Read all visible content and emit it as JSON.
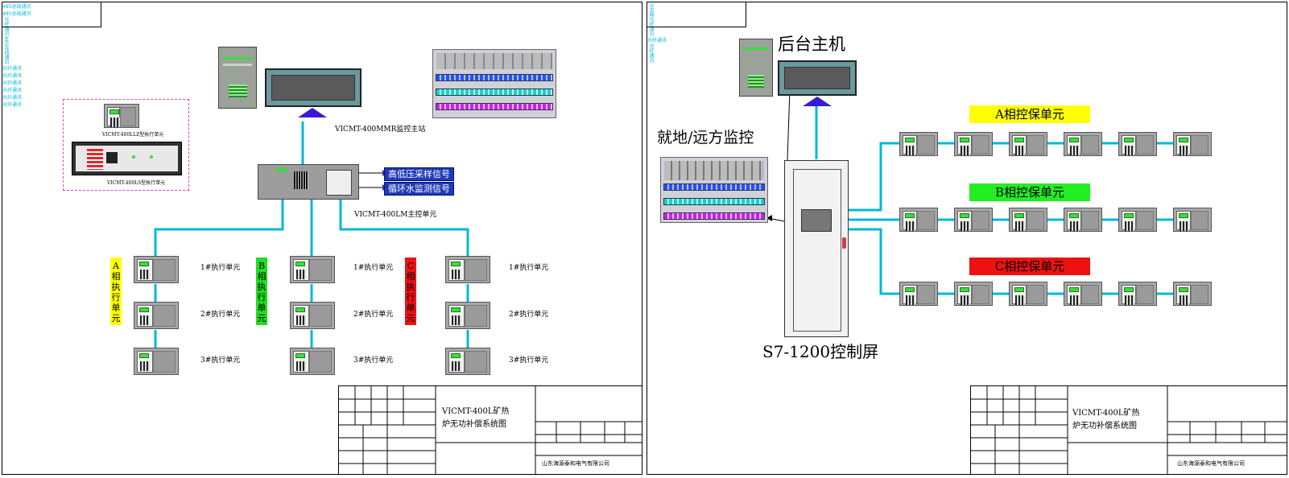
{
  "left": {
    "station_label": "VICMT-400MMR监控主站",
    "main_unit_label": "VICMT-400LM主控单元",
    "signal_tags": [
      "高低压采样信号",
      "循环水监测信号"
    ],
    "device_legend": [
      "VICMT-400LLZ型执行单元",
      "VICMT-400LS型执行单元"
    ],
    "phases": [
      {
        "chars": [
          "A",
          "相",
          "执",
          "行",
          "单",
          "元"
        ],
        "color": "#ffff00"
      },
      {
        "chars": [
          "B",
          "相",
          "执",
          "行",
          "单",
          "元"
        ],
        "color": "#22dd22"
      },
      {
        "chars": [
          "C",
          "相",
          "执",
          "行",
          "单",
          "元"
        ],
        "color": "#ee1111"
      }
    ],
    "unit_labels": [
      "1#执行单元",
      "2#执行单元",
      "3#执行单元"
    ],
    "link_label": "光纤通讯",
    "bus_label": "485总线通讯",
    "title_block": {
      "title_line1": "VICMT-400L矿热",
      "title_line2": "炉无功补偿系统图",
      "company": "山东海源泰和电气有限公司"
    }
  },
  "right": {
    "host_label": "后台主机",
    "monitor_label": "就地/远方监控",
    "cabinet_label": "S7-1200控制屏",
    "comm_label": "光纤通讯",
    "net_label": "以太网",
    "phase_banners": [
      {
        "text": "A相控保单元",
        "color": "#ffff00"
      },
      {
        "text": "B相控保单元",
        "color": "#22ee22"
      },
      {
        "text": "C相控保单元",
        "color": "#ee1111"
      }
    ],
    "title_block": {
      "title_line1": "VICMT-400L矿热",
      "title_line2": "炉无功补偿系统图",
      "company": "山东海源泰和电气有限公司"
    }
  },
  "colors": {
    "line": "#00b8d8",
    "stand": "#3a1ad8",
    "tag": "#1f3ab8"
  }
}
